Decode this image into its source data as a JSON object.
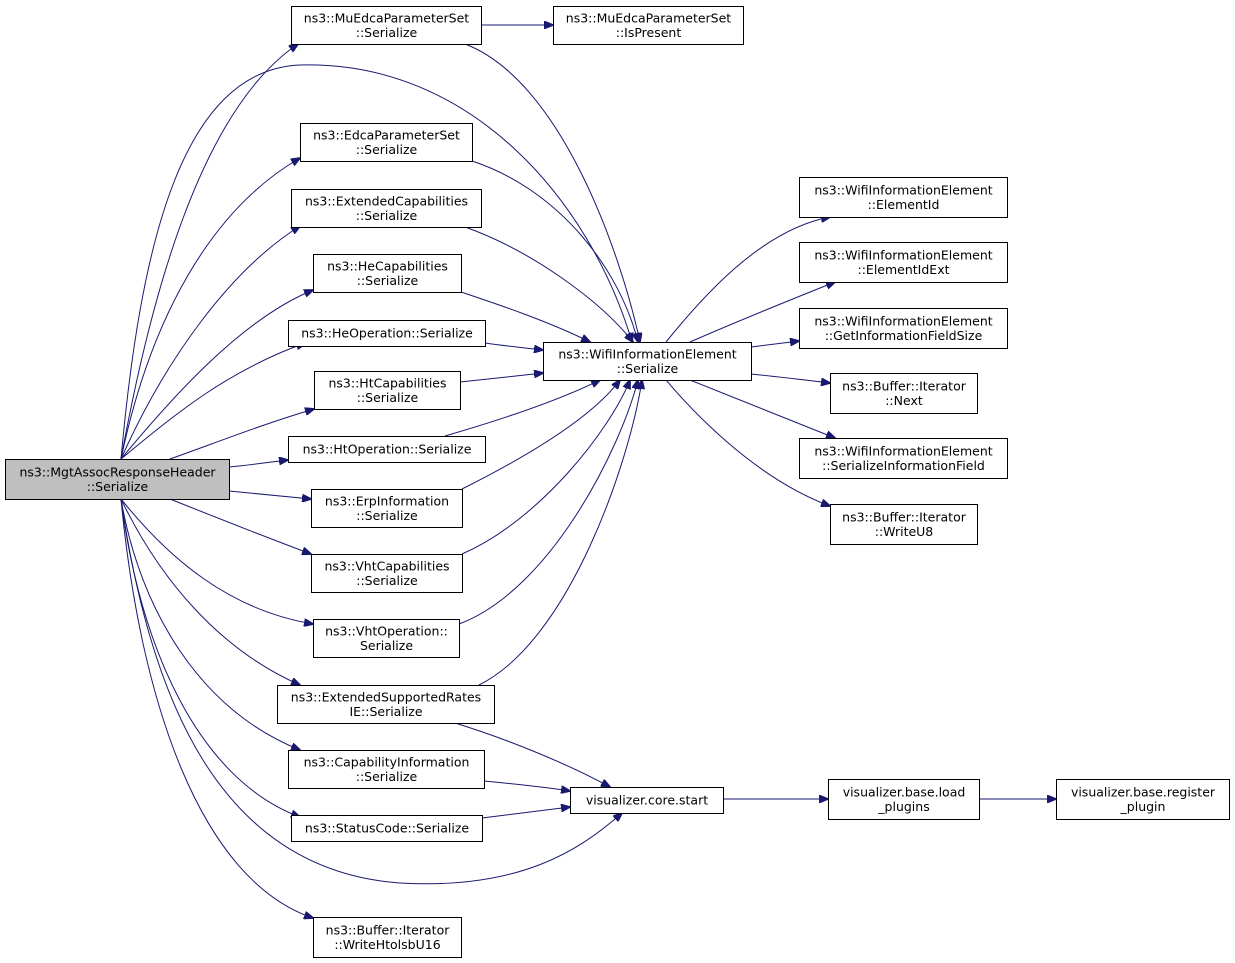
{
  "graph": {
    "edge_color": "#191970",
    "root_fill": "#bfbfbf",
    "nodes": [
      {
        "id": "root",
        "lines": [
          "ns3::MgtAssocResponseHeader",
          "::Serialize"
        ],
        "root": true
      },
      {
        "id": "muedca",
        "lines": [
          "ns3::MuEdcaParameterSet",
          "::Serialize"
        ]
      },
      {
        "id": "muedca_present",
        "lines": [
          "ns3::MuEdcaParameterSet",
          "::IsPresent"
        ]
      },
      {
        "id": "edca",
        "lines": [
          "ns3::EdcaParameterSet",
          "::Serialize"
        ]
      },
      {
        "id": "extcap",
        "lines": [
          "ns3::ExtendedCapabilities",
          "::Serialize"
        ]
      },
      {
        "id": "hecap",
        "lines": [
          "ns3::HeCapabilities",
          "::Serialize"
        ]
      },
      {
        "id": "heop",
        "lines": [
          "ns3::HeOperation::Serialize"
        ]
      },
      {
        "id": "htcap",
        "lines": [
          "ns3::HtCapabilities",
          "::Serialize"
        ]
      },
      {
        "id": "htop",
        "lines": [
          "ns3::HtOperation::Serialize"
        ]
      },
      {
        "id": "erp",
        "lines": [
          "ns3::ErpInformation",
          "::Serialize"
        ]
      },
      {
        "id": "vhtcap",
        "lines": [
          "ns3::VhtCapabilities",
          "::Serialize"
        ]
      },
      {
        "id": "vhtop",
        "lines": [
          "ns3::VhtOperation::",
          "Serialize"
        ]
      },
      {
        "id": "extrates",
        "lines": [
          "ns3::ExtendedSupportedRates",
          "IE::Serialize"
        ]
      },
      {
        "id": "capinfo",
        "lines": [
          "ns3::CapabilityInformation",
          "::Serialize"
        ]
      },
      {
        "id": "status",
        "lines": [
          "ns3::StatusCode::Serialize"
        ]
      },
      {
        "id": "writehtolsb",
        "lines": [
          "ns3::Buffer::Iterator",
          "::WriteHtolsbU16"
        ]
      },
      {
        "id": "wie_serialize",
        "lines": [
          "ns3::WifiInformationElement",
          "::Serialize"
        ]
      },
      {
        "id": "viz_start",
        "lines": [
          "visualizer.core.start"
        ]
      },
      {
        "id": "wie_elementid",
        "lines": [
          "ns3::WifiInformationElement",
          "::ElementId"
        ]
      },
      {
        "id": "wie_elementidext",
        "lines": [
          "ns3::WifiInformationElement",
          "::ElementIdExt"
        ]
      },
      {
        "id": "wie_getinfo",
        "lines": [
          "ns3::WifiInformationElement",
          "::GetInformationFieldSize"
        ]
      },
      {
        "id": "buf_next",
        "lines": [
          "ns3::Buffer::Iterator",
          "::Next"
        ]
      },
      {
        "id": "wie_serinfo",
        "lines": [
          "ns3::WifiInformationElement",
          "::SerializeInformationField"
        ]
      },
      {
        "id": "buf_writeu8",
        "lines": [
          "ns3::Buffer::Iterator",
          "::WriteU8"
        ]
      },
      {
        "id": "viz_load",
        "lines": [
          "visualizer.base.load",
          "_plugins"
        ]
      },
      {
        "id": "viz_register",
        "lines": [
          "visualizer.base.register",
          "_plugin"
        ]
      }
    ],
    "edges": [
      [
        "root",
        "muedca"
      ],
      [
        "root",
        "wie_serialize"
      ],
      [
        "root",
        "edca"
      ],
      [
        "root",
        "extcap"
      ],
      [
        "root",
        "hecap"
      ],
      [
        "root",
        "heop"
      ],
      [
        "root",
        "htcap"
      ],
      [
        "root",
        "htop"
      ],
      [
        "root",
        "erp"
      ],
      [
        "root",
        "vhtcap"
      ],
      [
        "root",
        "vhtop"
      ],
      [
        "root",
        "extrates"
      ],
      [
        "root",
        "capinfo"
      ],
      [
        "root",
        "status"
      ],
      [
        "root",
        "viz_start"
      ],
      [
        "root",
        "writehtolsb"
      ],
      [
        "muedca",
        "muedca_present"
      ],
      [
        "muedca",
        "wie_serialize"
      ],
      [
        "edca",
        "wie_serialize"
      ],
      [
        "extcap",
        "wie_serialize"
      ],
      [
        "hecap",
        "wie_serialize"
      ],
      [
        "heop",
        "wie_serialize"
      ],
      [
        "htcap",
        "wie_serialize"
      ],
      [
        "htop",
        "wie_serialize"
      ],
      [
        "erp",
        "wie_serialize"
      ],
      [
        "vhtcap",
        "wie_serialize"
      ],
      [
        "vhtop",
        "wie_serialize"
      ],
      [
        "extrates",
        "wie_serialize"
      ],
      [
        "extrates",
        "viz_start"
      ],
      [
        "capinfo",
        "viz_start"
      ],
      [
        "status",
        "viz_start"
      ],
      [
        "wie_serialize",
        "wie_elementid"
      ],
      [
        "wie_serialize",
        "wie_elementidext"
      ],
      [
        "wie_serialize",
        "wie_getinfo"
      ],
      [
        "wie_serialize",
        "buf_next"
      ],
      [
        "wie_serialize",
        "wie_serinfo"
      ],
      [
        "wie_serialize",
        "buf_writeu8"
      ],
      [
        "viz_start",
        "viz_load"
      ],
      [
        "viz_load",
        "viz_register"
      ]
    ]
  }
}
